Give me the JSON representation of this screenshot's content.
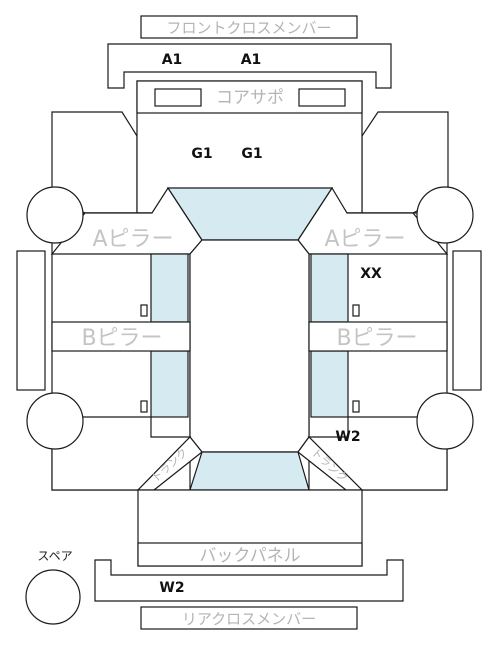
{
  "labels": {
    "front_cross_member": "フロントクロスメンバー",
    "core_support": "コアサポ",
    "a_pillar_left": "Aピラー",
    "a_pillar_right": "Aピラー",
    "b_pillar_left": "Bピラー",
    "b_pillar_right": "Bピラー",
    "trunk_left": "トランク",
    "trunk_right": "トランク",
    "back_panel": "バックパネル",
    "rear_cross_member": "リアクロスメンバー",
    "spare": "スペア"
  },
  "marks": {
    "a1_left": "A1",
    "a1_right": "A1",
    "g1_left": "G1",
    "g1_right": "G1",
    "xx": "XX",
    "w2_right": "W2",
    "w2_rear": "W2"
  },
  "colors": {
    "glass": "#d6eaf2",
    "outline": "#1a1a1a",
    "label_gray": "#b4b4b4"
  }
}
